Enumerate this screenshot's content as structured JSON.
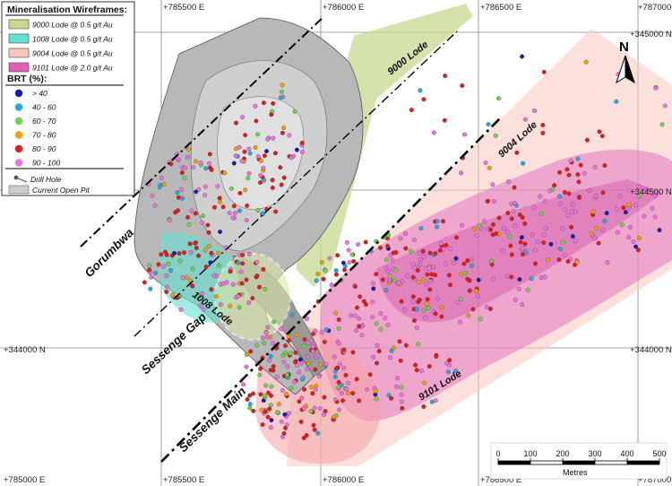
{
  "grid": {
    "easting_labels": [
      "+785500 E",
      "+786000 E",
      "+786500 E",
      "+787000"
    ],
    "easting_labels_bottom": [
      "+785000 E",
      "+785500 E",
      "+786000 E",
      "+786500 E",
      "+787000"
    ],
    "northing_labels": [
      "+345000 N",
      "+344500 N",
      "+344000 N"
    ]
  },
  "lodes": {
    "lode_9000": "9000 Lode",
    "lode_9004": "9004 Lode",
    "lode_1008": "1008 Lode",
    "lode_9101": "9101 Lode"
  },
  "faults": {
    "gorumbwa": "Gorumbwa",
    "sessenge_gap": "Sessenge Gap",
    "sessenge_main": "Sessenge Main"
  },
  "north_arrow": {
    "label": "N"
  },
  "legend": {
    "wireframes_title": "Mineralisation Wireframes:",
    "wireframes": [
      {
        "label": "9000 Lode @ 0.5 g/t Au",
        "color": "#c8d890"
      },
      {
        "label": "1008 Lode @ 0.5 g/t Au",
        "color": "#66e0d0"
      },
      {
        "label": "9004 Lode @ 0.5 g/t Au",
        "color": "#f7c6c0"
      },
      {
        "label": "9101 Lode @ 2.0 g/t Au",
        "color": "#e060b8"
      }
    ],
    "brt_title": "BRT (%):",
    "brt": [
      {
        "label": "> 40",
        "color": "#1a1aa8"
      },
      {
        "label": "40 - 60",
        "color": "#29a8e0"
      },
      {
        "label": "60 - 70",
        "color": "#6ed44a"
      },
      {
        "label": "70 - 80",
        "color": "#f0a000"
      },
      {
        "label": "80 - 90",
        "color": "#e01c1c"
      },
      {
        "label": "90 - 100",
        "color": "#f070e0"
      }
    ],
    "drill_hole": "Drill Hole",
    "open_pit": "Current Open Pit"
  },
  "scale": {
    "ticks": [
      "0",
      "100",
      "200",
      "300",
      "400",
      "500"
    ],
    "unit": "Metres"
  }
}
